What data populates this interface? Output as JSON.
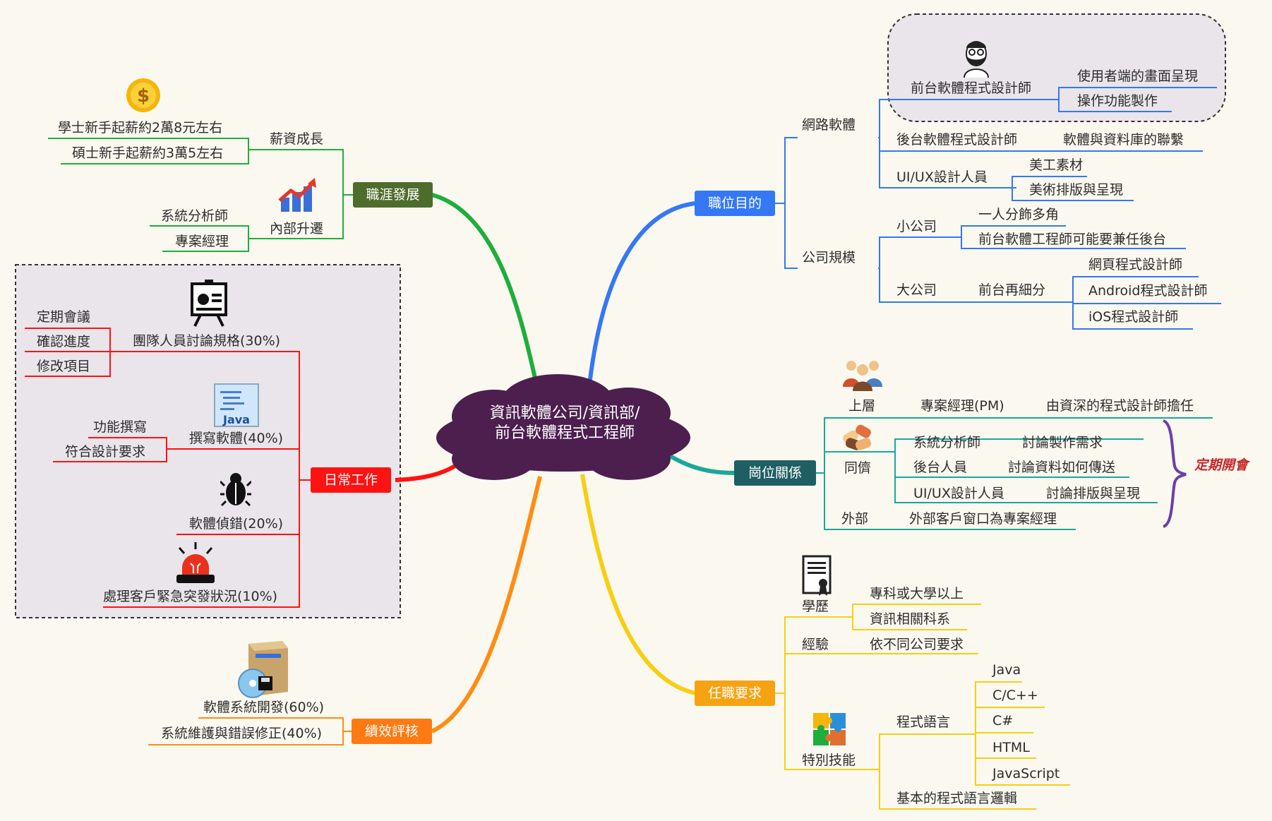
{
  "root": {
    "line1": "資訊軟體公司/資訊部/",
    "line2": "前台軟體程式工程師"
  },
  "colors": {
    "career": "#4e6c2b",
    "daily": "#ff1212",
    "perf": "#ff7a12",
    "purpose": "#3478f6",
    "relation": "#1f5e63",
    "require": "#f5a312",
    "root": "#4c1f4f"
  },
  "icons": {
    "salary": "dollar-coin-icon",
    "promotion": "chart-up-arrow-icon",
    "meeting": "presentation-board-icon",
    "java": "java-file-icon",
    "bug": "bug-icon",
    "emergency": "alarm-siren-icon",
    "software": "software-box-icon",
    "frontend": "bearded-developer-icon",
    "upper": "team-people-icon",
    "peer": "stacked-hands-icon",
    "education": "certificate-icon",
    "skill": "puzzle-pieces-icon"
  },
  "career": {
    "label": "職涯發展",
    "salary": {
      "label": "薪資成長",
      "items": [
        "學士新手起薪約2萬8元左右",
        "碩士新手起薪約3萬5左右"
      ]
    },
    "promotion": {
      "label": "內部升遷",
      "items": [
        "系統分析師",
        "專案經理"
      ]
    }
  },
  "daily": {
    "label": "日常工作",
    "meeting": {
      "label": "團隊人員討論規格(30%)",
      "items": [
        "定期會議",
        "確認進度",
        "修改項目"
      ]
    },
    "coding": {
      "label": "撰寫軟體(40%)",
      "items": [
        "功能撰寫",
        "符合設計要求"
      ]
    },
    "debug": {
      "label": "軟體偵錯(20%)"
    },
    "emergency": {
      "label": "處理客戶緊急突發狀況(10%)"
    }
  },
  "perf": {
    "label": "績效評核",
    "items": [
      "軟體系統開發(60%)",
      "系統維護與錯誤修正(40%)"
    ]
  },
  "purpose": {
    "label": "職位目的",
    "web": {
      "label": "網路軟體",
      "frontend": {
        "label": "前台軟體程式設計師",
        "items": [
          "使用者端的畫面呈現",
          "操作功能製作"
        ]
      },
      "backend": {
        "label": "後台軟體程式設計師",
        "item": "軟體與資料庫的聯繫"
      },
      "uiux": {
        "label": "UI/UX設計人員",
        "items": [
          "美工素材",
          "美術排版與呈現"
        ]
      }
    },
    "scale": {
      "label": "公司規模",
      "small": {
        "label": "小公司",
        "items": [
          "一人分飾多角",
          "前台軟體工程師可能要兼任後台"
        ]
      },
      "large": {
        "label": "大公司",
        "sub": "前台再細分",
        "items": [
          "網頁程式設計師",
          "Android程式設計師",
          "iOS程式設計師"
        ]
      }
    }
  },
  "relation": {
    "label": "崗位關係",
    "upper": {
      "label": "上層",
      "role": "專案經理(PM)",
      "desc": "由資深的程式設計師擔任"
    },
    "peer": {
      "label": "同儕",
      "rows": [
        {
          "role": "系統分析師",
          "desc": "討論製作需求"
        },
        {
          "role": "後台人員",
          "desc": "討論資料如何傳送"
        },
        {
          "role": "UI/UX設計人員",
          "desc": "討論排版與呈現"
        }
      ]
    },
    "external": {
      "label": "外部",
      "desc": "外部客戶窗口為專案經理"
    },
    "note": "定期開會"
  },
  "require": {
    "label": "任職要求",
    "education": {
      "label": "學歷",
      "items": [
        "專科或大學以上",
        "資訊相關科系"
      ]
    },
    "experience": {
      "label": "經驗",
      "item": "依不同公司要求"
    },
    "skill": {
      "label": "特別技能",
      "lang": {
        "label": "程式語言",
        "items": [
          "Java",
          "C/C++",
          "C#",
          "HTML",
          "JavaScript"
        ]
      },
      "logic": "基本的程式語言邏輯"
    }
  }
}
